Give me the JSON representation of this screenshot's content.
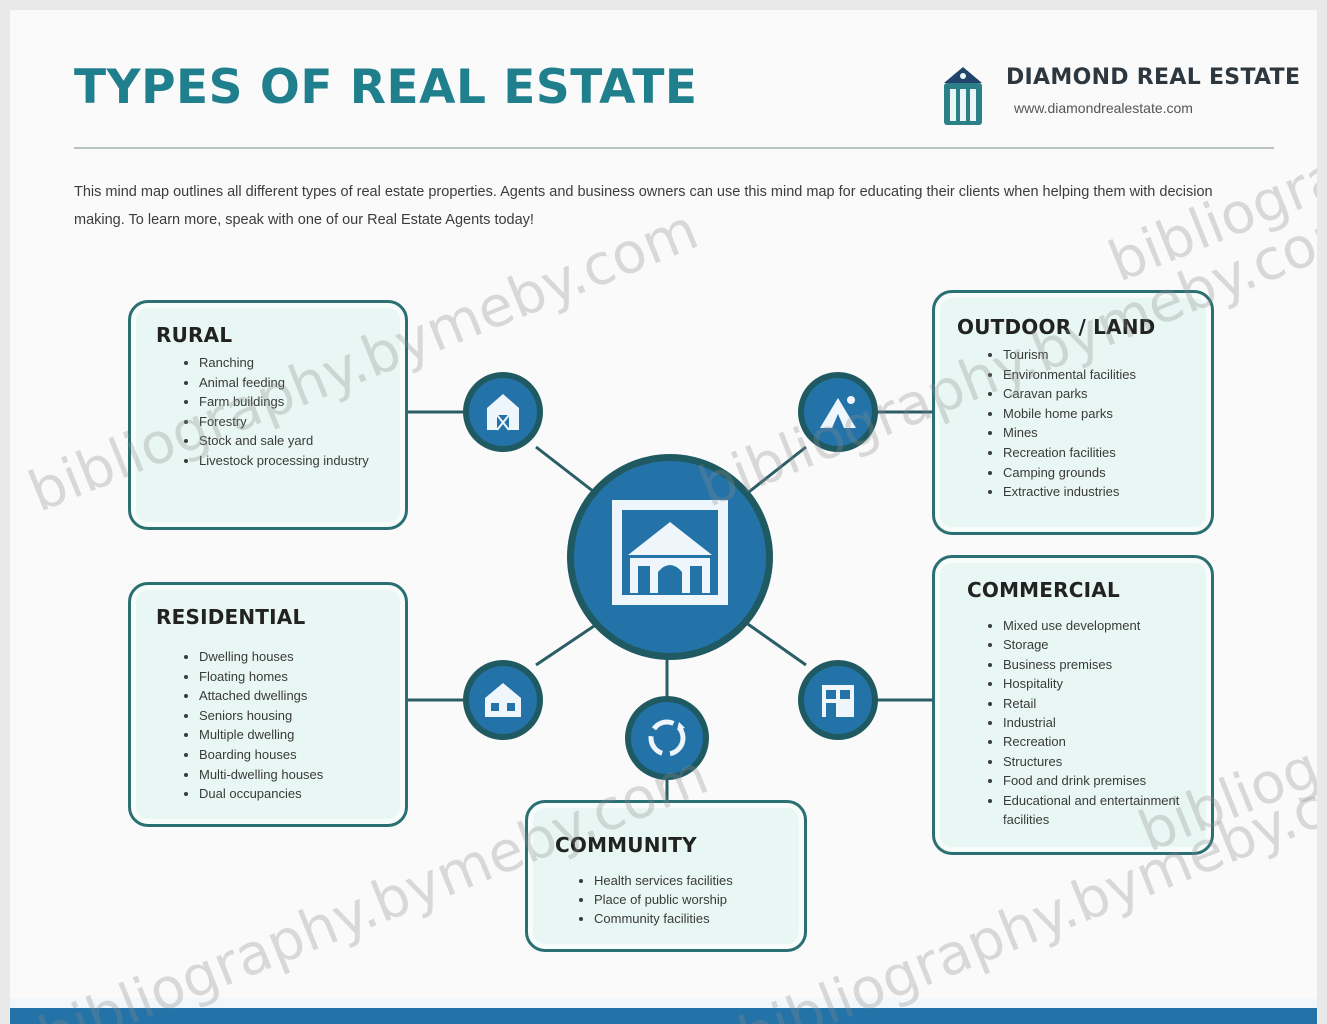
{
  "header": {
    "title": "TYPES OF REAL ESTATE",
    "brand_name": "DIAMOND REAL ESTATE",
    "brand_url": "www.diamondrealestate.com"
  },
  "intro": "This mind map outlines all different types of real estate properties. Agents and business owners can use this mind map for educating their clients when helping them with decision making. To learn more, speak with one of our Real Estate Agents today!",
  "categories": {
    "rural": {
      "title": "RURAL",
      "items": [
        "Ranching",
        "Animal feeding",
        "Farm buildings",
        "Forestry",
        "Stock and sale yard",
        "Livestock processing industry"
      ]
    },
    "residential": {
      "title": "RESIDENTIAL",
      "items": [
        "Dwelling houses",
        "Floating homes",
        "Attached dwellings",
        "Seniors housing",
        "Multiple dwelling",
        "Boarding houses",
        "Multi-dwelling houses",
        "Dual occupancies"
      ]
    },
    "outdoor_land": {
      "title": "OUTDOOR / LAND",
      "items": [
        "Tourism",
        "Environmental facilities",
        "Caravan parks",
        "Mobile home parks",
        "Mines",
        "Recreation facilities",
        "Camping grounds",
        "Extractive industries"
      ]
    },
    "commercial": {
      "title": "COMMERCIAL",
      "items": [
        "Mixed use development",
        "Storage",
        "Business premises",
        "Hospitality",
        "Retail",
        "Industrial",
        "Recreation",
        "Structures",
        "Food and drink premises",
        "Educational and entertainment facilities"
      ]
    },
    "community": {
      "title": "COMMUNITY",
      "items": [
        "Health services facilities",
        "Place of public worship",
        "Community facilities"
      ]
    }
  },
  "icons": {
    "center": "museum-building-icon",
    "rural": "barn-icon",
    "residential": "house-icon",
    "outdoor_land": "camping-icon",
    "commercial": "storefront-icon",
    "community": "community-recycle-icon",
    "brand": "diamond-logo-icon"
  },
  "colors": {
    "title": "#1f7f8c",
    "node_blue": "#2373a8",
    "node_ring": "#1f5a63",
    "box_border": "#2a6f72",
    "box_fill": "#e8f7f3",
    "footer": "#2373a8"
  },
  "watermark": "bibliography.bymeby.com"
}
